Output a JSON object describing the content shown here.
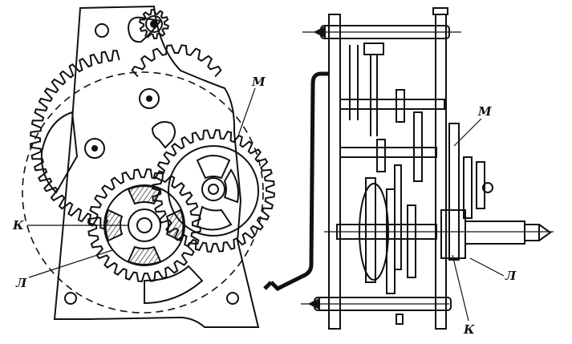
{
  "labels": {
    "m_left": "М",
    "k_left": "К",
    "l_left": "Л",
    "m_right": "М",
    "l_right": "Л",
    "k_right": "К"
  },
  "colors": {
    "ink": "#111111",
    "paper": "#ffffff",
    "hatch": "#222222"
  }
}
